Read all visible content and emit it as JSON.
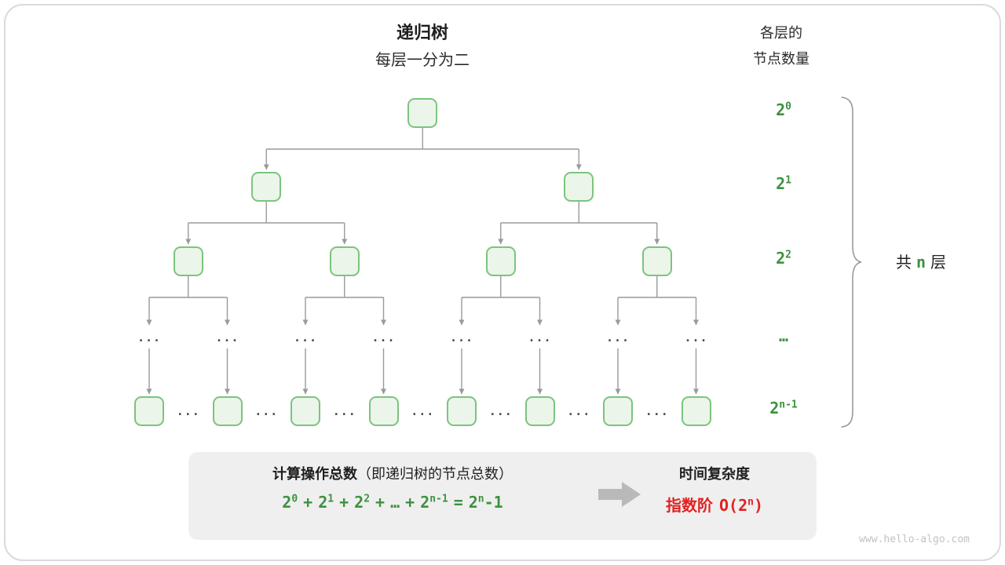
{
  "colors": {
    "green_text": "#3d9140",
    "red_text": "#e22222",
    "node_border": "#7cc47e",
    "node_fill": "#ebf5e9",
    "connector": "#9a9a9a",
    "arrow_gray": "#b9b9b9",
    "box_bg": "#efefef",
    "frame_border": "#dadada",
    "watermark": "#c2c2c2"
  },
  "header": {
    "title": "递归树",
    "subtitle": "每层一分为二",
    "right_heading_line1": "各层的",
    "right_heading_line2": "节点数量"
  },
  "tree": {
    "ellipsis": "...",
    "levels_node_counts": [
      1,
      2,
      4,
      8
    ]
  },
  "level_labels": [
    {
      "base": "2",
      "exp": "0"
    },
    {
      "base": "2",
      "exp": "1"
    },
    {
      "base": "2",
      "exp": "2"
    },
    {
      "base": "…",
      "exp": ""
    },
    {
      "base": "2",
      "exp": "n-1"
    }
  ],
  "brace": {
    "pre": "共",
    "mid": "n",
    "post": "层"
  },
  "summary": {
    "calc_title_bold": "计算操作总数",
    "calc_title_paren": "（即递归树的节点总数）",
    "formula": {
      "t1": "2",
      "e1": "0",
      "plus1": "+",
      "t2": "2",
      "e2": "1",
      "plus2": "+",
      "t3": "2",
      "e3": "2",
      "plus3": "+",
      "dots": "…",
      "plus4": "+",
      "t4": "2",
      "e4": "n-1",
      "equals": "=",
      "t5": "2",
      "e5": "n",
      "tail": "-1"
    },
    "right_title": "时间复杂度",
    "right_value": {
      "prefix": "指数阶",
      "base": "O(2",
      "exp": "n",
      "close": ")"
    }
  },
  "watermark": "www.hello-algo.com"
}
